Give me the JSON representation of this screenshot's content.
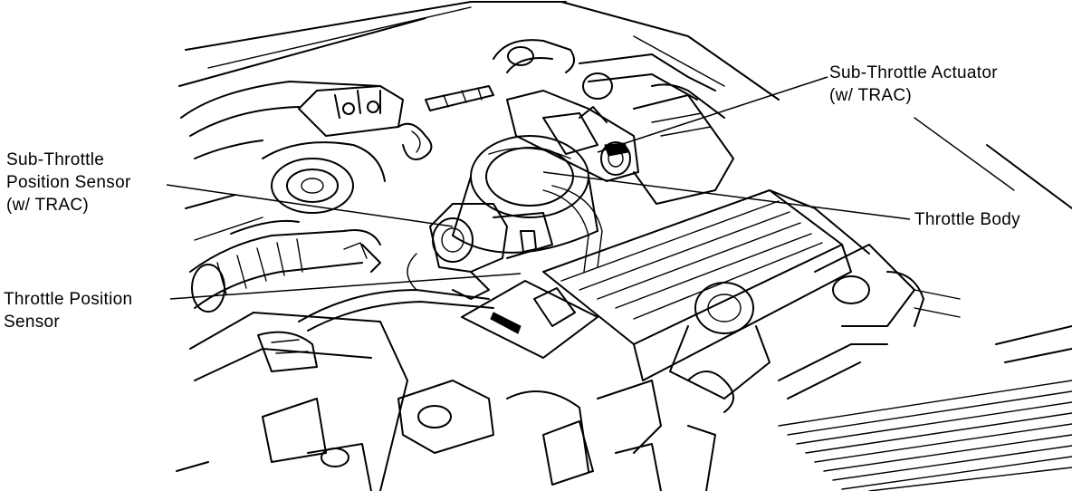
{
  "labels": {
    "sub_throttle_actuator": [
      "Sub-Throttle Actuator",
      "(w/ TRAC)"
    ],
    "sub_throttle_position_sensor": [
      "Sub-Throttle",
      "Position Sensor",
      "(w/ TRAC)"
    ],
    "throttle_body": [
      "Throttle Body"
    ],
    "throttle_position_sensor": [
      "Throttle Position",
      "Sensor"
    ]
  }
}
